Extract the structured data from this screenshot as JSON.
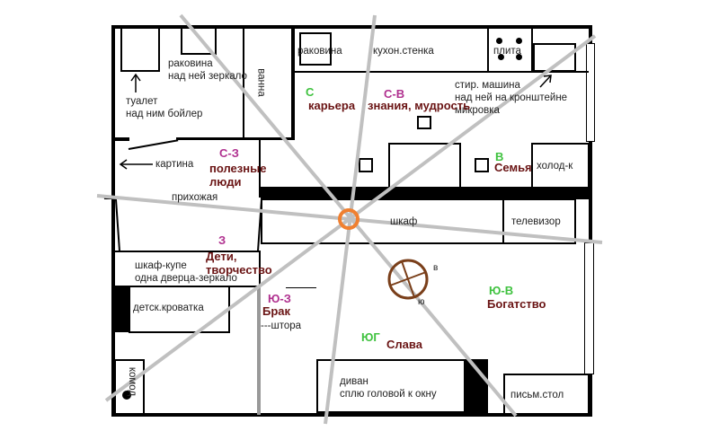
{
  "rooms": {
    "bathroom": {
      "toilet": [
        "туалет",
        "над ним бойлер"
      ],
      "sink": [
        "раковина",
        "над ней зеркало"
      ],
      "bath": "ванна"
    },
    "kitchen": {
      "sink": "раковина",
      "wall_unit": "кухон.стенка",
      "stove": "плита",
      "washer": [
        "стир. машина",
        "над ней на кронштейне",
        "микровка"
      ],
      "fridge": "холод-к"
    },
    "hallway": {
      "picture": "картина",
      "hall": "прихожая",
      "wardrobe": [
        "шкаф-купе",
        "одна дверца-зеркало"
      ]
    },
    "kids_room": {
      "crib": "детск.кроватка",
      "dresser": "комод"
    },
    "living_room": {
      "cabinet": "шкаф",
      "tv": "телевизор",
      "curtain": "---штора",
      "sofa": [
        "диван",
        "сплю головой к окну"
      ],
      "desk": "письм.стол",
      "compass_east": "в",
      "compass_south": "ю"
    }
  },
  "zones": [
    {
      "dir": "С",
      "meaning": "карьера"
    },
    {
      "dir": "С-В",
      "meaning": "знания, мудрость"
    },
    {
      "dir": "В",
      "meaning": "Семья"
    },
    {
      "dir": "С-З",
      "meaning": "полезные люди"
    },
    {
      "dir": "З",
      "meaning": "Дети, творчество"
    },
    {
      "dir": "Ю-З",
      "meaning": "Брак"
    },
    {
      "dir": "ЮГ",
      "meaning": "Слава"
    },
    {
      "dir": "Ю-В",
      "meaning": "Богатство"
    }
  ],
  "colors": {
    "direction": "#3fc23f",
    "direction_diag": "#b0308f",
    "meaning": "#6a1414",
    "center": "#f08030",
    "rays": "#c0c0c0",
    "compass": "#7a3f1a"
  }
}
